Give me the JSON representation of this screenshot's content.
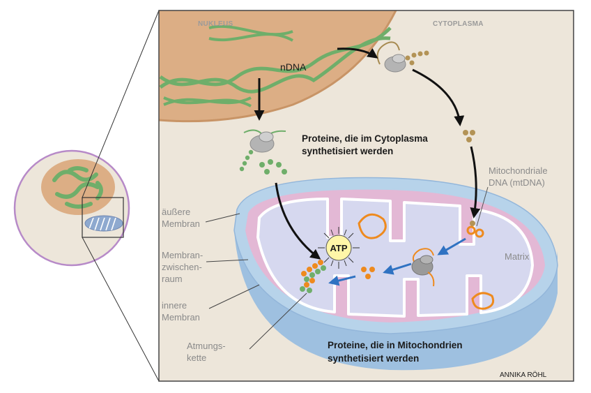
{
  "labels": {
    "nucleus": "NUKLEUS",
    "cytoplasm": "CYTOPLASMA",
    "ndna": "nDNA",
    "atp": "ATP",
    "matrix": "Matrix",
    "credit": "ANNIKA RÖHL",
    "cyto_proteins": [
      "Proteine, die im Cytoplasma",
      "synthetisiert werden"
    ],
    "mito_proteins": [
      "Proteine, die in Mitochondrien",
      "synthetisiert werden"
    ],
    "mtdna": [
      "Mitochondriale",
      "DNA (mtDNA)"
    ],
    "outer_membrane": [
      "äußere",
      "Membran"
    ],
    "intermembrane": [
      "Membran-",
      "zwischen-",
      "raum"
    ],
    "inner_membrane": [
      "innere",
      "Membran"
    ],
    "respiratory_chain": [
      "Atmungs-",
      "kette"
    ]
  },
  "colors": {
    "nucleus": "#dcae85",
    "dna_green": "#6fae6a",
    "cytoplasm": "#ede6da",
    "mito_outer": "#b7d3ea",
    "mito_intermembrane": "#e3b8d5",
    "mito_matrix": "#d6d8ef",
    "orange": "#ee8a1e",
    "olive": "#a68a50",
    "arrow_blue": "#2f72c2",
    "cell_border": "#b78ac8"
  }
}
